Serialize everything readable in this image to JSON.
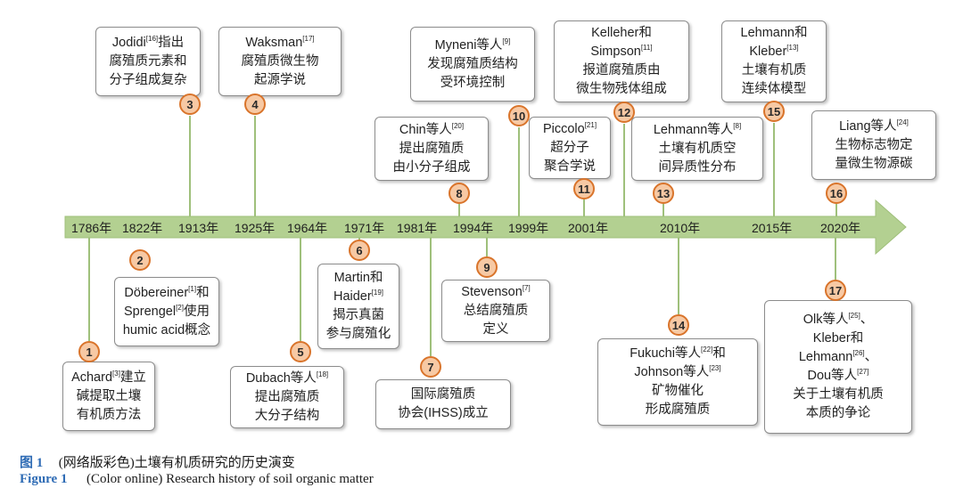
{
  "timeline": {
    "years": [
      "1786年",
      "1822年",
      "1913年",
      "1925年",
      "1964年",
      "1971年",
      "1981年",
      "1994年",
      "1999年",
      "2001年",
      "2010年",
      "2015年",
      "2020年"
    ],
    "events": [
      {
        "num": "1",
        "lines": [
          {
            "t": "Achard",
            "sup": "[3]",
            "a": "建立"
          },
          {
            "t": "碱提取土壤"
          },
          {
            "t": "有机质方法"
          }
        ]
      },
      {
        "num": "2",
        "lines": [
          {
            "t": "Döbereiner",
            "sup": "[1]",
            "a": "和"
          },
          {
            "t": "Sprengel",
            "sup": "[2]",
            "a": "使用"
          },
          {
            "t": "humic acid概念"
          }
        ]
      },
      {
        "num": "3",
        "lines": [
          {
            "t": "Jodidi",
            "sup": "[16]",
            "a": "指出"
          },
          {
            "t": "腐殖质元素和"
          },
          {
            "t": "分子组成复杂"
          }
        ]
      },
      {
        "num": "4",
        "lines": [
          {
            "t": "Waksman",
            "sup": "[17]"
          },
          {
            "t": "腐殖质微生物"
          },
          {
            "t": "起源学说"
          }
        ]
      },
      {
        "num": "5",
        "lines": [
          {
            "t": "Dubach等人",
            "sup": "[18]"
          },
          {
            "t": "提出腐殖质"
          },
          {
            "t": "大分子结构"
          }
        ]
      },
      {
        "num": "6",
        "lines": [
          {
            "t": "Martin和"
          },
          {
            "t": "Haider",
            "sup": "[19]"
          },
          {
            "t": "揭示真菌"
          },
          {
            "t": "参与腐殖化"
          }
        ]
      },
      {
        "num": "7",
        "lines": [
          {
            "t": "国际腐殖质"
          },
          {
            "t": "协会(IHSS)成立"
          }
        ]
      },
      {
        "num": "8",
        "lines": [
          {
            "t": "Chin等人",
            "sup": "[20]"
          },
          {
            "t": "提出腐殖质"
          },
          {
            "t": "由小分子组成"
          }
        ]
      },
      {
        "num": "9",
        "lines": [
          {
            "t": "Stevenson",
            "sup": "[7]"
          },
          {
            "t": "总结腐殖质"
          },
          {
            "t": "定义"
          }
        ]
      },
      {
        "num": "10",
        "lines": [
          {
            "t": "Myneni等人",
            "sup": "[9]"
          },
          {
            "t": "发现腐殖质结构"
          },
          {
            "t": "受环境控制"
          }
        ]
      },
      {
        "num": "11",
        "lines": [
          {
            "t": "Piccolo",
            "sup": "[21]"
          },
          {
            "t": "超分子"
          },
          {
            "t": "聚合学说"
          }
        ]
      },
      {
        "num": "12",
        "lines": [
          {
            "t": "Kelleher和"
          },
          {
            "t": "Simpson",
            "sup": "[11]"
          },
          {
            "t": "报道腐殖质由"
          },
          {
            "t": "微生物残体组成"
          }
        ]
      },
      {
        "num": "13",
        "lines": [
          {
            "t": "Lehmann等人",
            "sup": "[8]"
          },
          {
            "t": "土壤有机质空"
          },
          {
            "t": "间异质性分布"
          }
        ]
      },
      {
        "num": "14",
        "lines": [
          {
            "t": "Fukuchi等人",
            "sup": "[22]",
            "a": "和"
          },
          {
            "t": "Johnson等人",
            "sup": "[23]"
          },
          {
            "t": "矿物催化"
          },
          {
            "t": "形成腐殖质"
          }
        ]
      },
      {
        "num": "15",
        "lines": [
          {
            "t": "Lehmann和"
          },
          {
            "t": "Kleber",
            "sup": "[13]"
          },
          {
            "t": "土壤有机质"
          },
          {
            "t": "连续体模型"
          }
        ]
      },
      {
        "num": "16",
        "lines": [
          {
            "t": "Liang等人",
            "sup": "[24]"
          },
          {
            "t": "生物标志物定"
          },
          {
            "t": "量微生物源碳"
          }
        ]
      },
      {
        "num": "17",
        "lines": [
          {
            "t": "Olk等人",
            "sup": "[25]",
            "a": "、"
          },
          {
            "t": "Kleber和"
          },
          {
            "t": "Lehmann",
            "sup": "[26]",
            "a": "、"
          },
          {
            "t": "Dou等人",
            "sup": "[27]"
          },
          {
            "t": "关于土壤有机质"
          },
          {
            "t": "本质的争论"
          }
        ]
      }
    ]
  },
  "caption": {
    "cn_label": "图 1",
    "cn_text": "(网络版彩色)土壤有机质研究的历史演变",
    "en_label": "Figure 1",
    "en_text": "(Color online) Research history of soil organic matter"
  },
  "colors": {
    "arrow": "#b3d091",
    "circle_fill": "#f7c9a4",
    "circle_border": "#d9742b",
    "caption_label": "#2f6cb5"
  }
}
